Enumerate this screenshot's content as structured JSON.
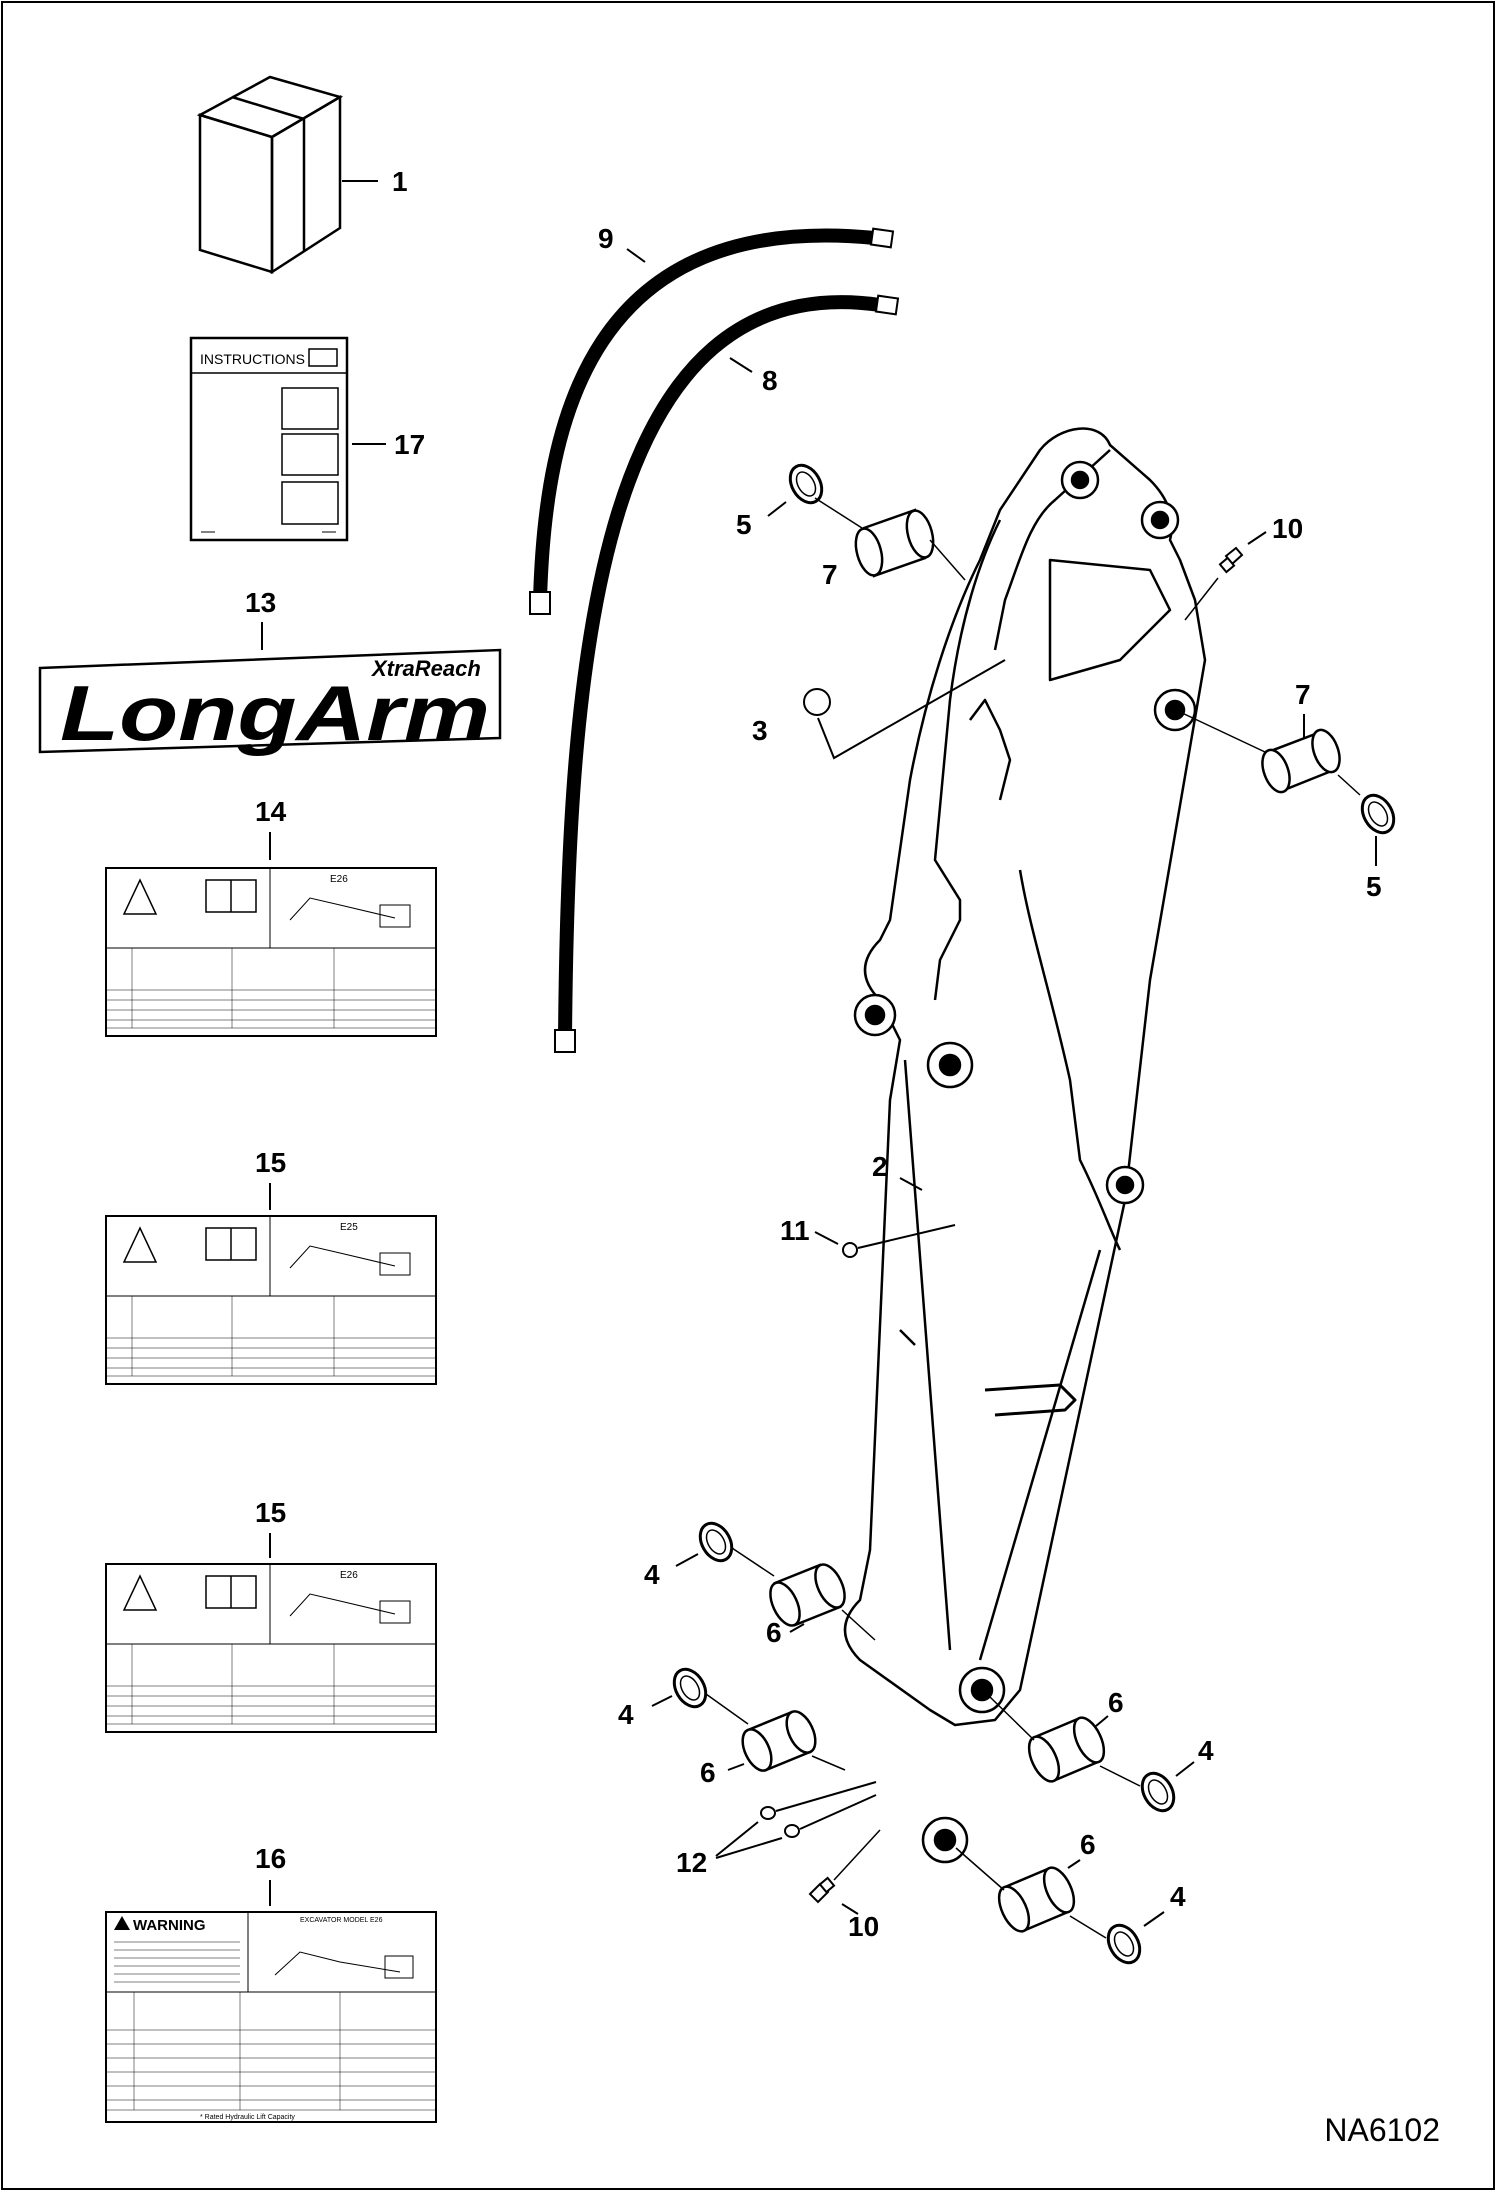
{
  "diagram": {
    "doc_id": "NA6102",
    "callouts": [
      "1",
      "17",
      "13",
      "14",
      "15",
      "15",
      "16",
      "9",
      "8",
      "5",
      "7",
      "10",
      "3",
      "7",
      "5",
      "2",
      "11",
      "4",
      "6",
      "4",
      "6",
      "6",
      "4",
      "12",
      "6",
      "4",
      "10"
    ],
    "instructions_sheet": {
      "heading": "INSTRUCTIONS"
    },
    "decal_logo": {
      "brand": "LongArm",
      "tagline": "XtraReach"
    },
    "decal_14": {
      "model": "E26"
    },
    "decal_15a": {
      "model": "E25"
    },
    "decal_15b": {
      "model": "E26"
    },
    "decal_16": {
      "warning_word": "WARNING",
      "model_title": "EXCAVATOR MODEL E26",
      "footer": "* Rated Hydraulic Lift Capacity"
    }
  }
}
